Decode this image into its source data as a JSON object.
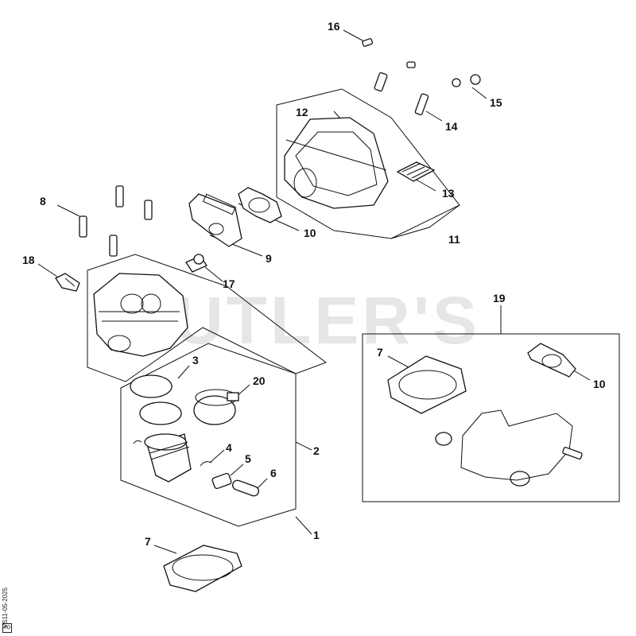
{
  "watermark": "UTLER'S",
  "doc_code": "VS11-05-2025",
  "doc_box": "AO",
  "callouts": {
    "c1": "1",
    "c2": "2",
    "c3": "3",
    "c4": "4",
    "c5": "5",
    "c6": "6",
    "c7a": "7",
    "c7b": "7",
    "c8": "8",
    "c9": "9",
    "c10a": "10",
    "c10b": "10",
    "c11": "11",
    "c12": "12",
    "c13": "13",
    "c14": "14",
    "c15": "15",
    "c16": "16",
    "c17": "17",
    "c18": "18",
    "c19": "19",
    "c20": "20"
  }
}
